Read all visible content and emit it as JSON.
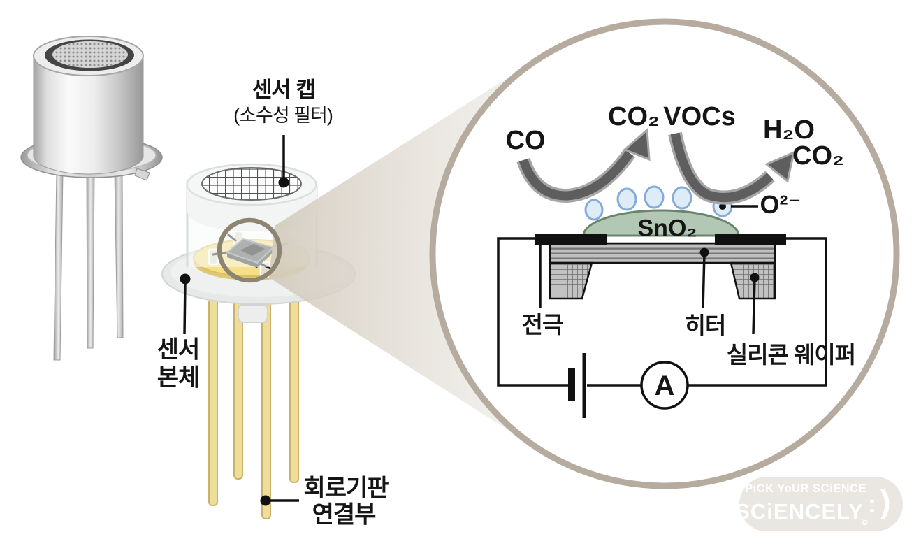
{
  "labels": {
    "sensor_cap_title": "센서 캡",
    "sensor_cap_subtitle": "(소수성 필터)",
    "sensor_body_line1": "센서",
    "sensor_body_line2": "본체",
    "pcb_line1": "회로기판",
    "pcb_line2": "연결부",
    "electrode": "전극",
    "heater": "히터",
    "silicon_wafer": "실리콘 웨이퍼"
  },
  "magnified_view": {
    "gas_left_in": "CO",
    "gas_left_out": "CO₂",
    "gas_right_in": "VOCs",
    "gas_right_out_top": "H₂O",
    "gas_right_out_bottom": "CO₂",
    "oxygen_ion": "O²⁻",
    "sensing_layer": "SnO₂",
    "ammeter_symbol": "A"
  },
  "watermark": {
    "tagline": "PiCK YoUR SCiENCE",
    "brand": "SCiENCELY",
    "copyright": "©",
    "smiley_colon": ":",
    "smiley_paren": ")"
  },
  "colors": {
    "background": "#ffffff",
    "text": "#151515",
    "magnifier_circle_stroke": "#b5ab9f",
    "magnifier_ring_stroke": "#8d8472",
    "zoom_beam": "#d2cabd",
    "sno2_dome_fill": "#b2c8b4",
    "sno2_dome_stroke": "#68866e",
    "ion_fill": "#ddecf6",
    "ion_stroke": "#86abd9",
    "arrow_fill": "#5e5e5e",
    "arrow_outline": "#a6a6a6",
    "gold_disc": "#f6df87",
    "gold_pin": "#efdd9a",
    "membrane_fill": "#bfbfbf",
    "wafer_fill": "#c2c2c2",
    "electrode_black": "#111111",
    "watermark_pill": "#eae7e2"
  }
}
